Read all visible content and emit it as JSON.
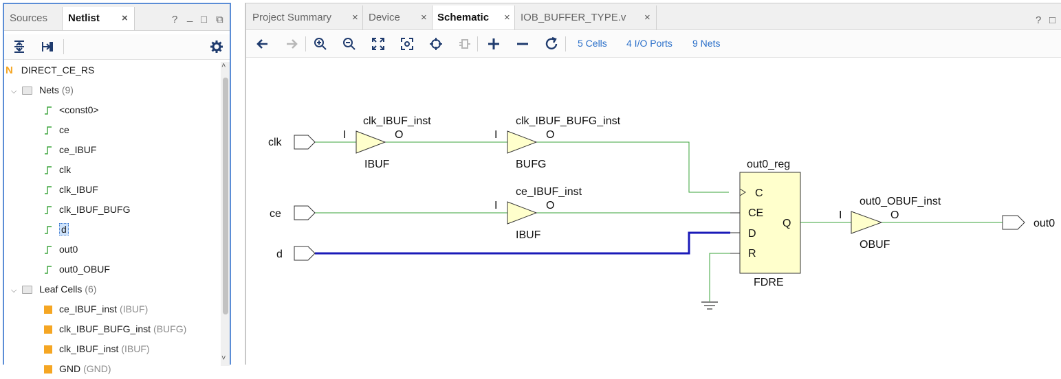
{
  "left_panel": {
    "tabs": [
      {
        "label": "Sources"
      },
      {
        "label": "Netlist"
      }
    ],
    "tab_close": "×",
    "window_controls": [
      "?",
      "_",
      "□",
      "⧉"
    ],
    "root": {
      "badge": "N",
      "label": "DIRECT_CE_RS"
    },
    "nets_group": {
      "label": "Nets",
      "count": "(9)"
    },
    "nets": [
      "<const0>",
      "ce",
      "ce_IBUF",
      "clk",
      "clk_IBUF",
      "clk_IBUF_BUFG",
      "d",
      "out0",
      "out0_OBUF"
    ],
    "leaf_group": {
      "label": "Leaf Cells",
      "count": "(6)"
    },
    "leaf_cells": [
      {
        "name": "ce_IBUF_inst",
        "type": "(IBUF)"
      },
      {
        "name": "clk_IBUF_BUFG_inst",
        "type": "(BUFG)"
      },
      {
        "name": "clk_IBUF_inst",
        "type": "(IBUF)"
      },
      {
        "name": "GND",
        "type": "(GND)"
      }
    ],
    "selected_net": "d",
    "accent": "#5b8dd6",
    "leaf_color": "#f5a623"
  },
  "right_panel": {
    "tabs": [
      {
        "label": "Project Summary"
      },
      {
        "label": "Device"
      },
      {
        "label": "Schematic"
      },
      {
        "label": "IOB_BUFFER_TYPE.v"
      }
    ],
    "tab_close": "×",
    "window_controls": [
      "?",
      "□"
    ],
    "stats": {
      "cells": "5 Cells",
      "ports": "4 I/O Ports",
      "nets": "9 Nets"
    },
    "link_color": "#2a6fc9"
  },
  "schematic": {
    "ports": {
      "clk": "clk",
      "ce": "ce",
      "d": "d",
      "out0": "out0"
    },
    "cells": {
      "clk_ibuf": {
        "inst": "clk_IBUF_inst",
        "type": "IBUF",
        "in": "I",
        "out": "O"
      },
      "clk_bufg": {
        "inst": "clk_IBUF_BUFG_inst",
        "type": "BUFG",
        "in": "I",
        "out": "O"
      },
      "ce_ibuf": {
        "inst": "ce_IBUF_inst",
        "type": "IBUF",
        "in": "I",
        "out": "O"
      },
      "out0_reg": {
        "inst": "out0_reg",
        "type": "FDRE",
        "pins": [
          "C",
          "CE",
          "D",
          "R"
        ],
        "out": "Q"
      },
      "out0_obuf": {
        "inst": "out0_OBUF_inst",
        "type": "OBUF",
        "in": "I",
        "out": "O"
      }
    },
    "colors": {
      "wire": "#3aa33a",
      "highlight": "#1a1ab8",
      "cell_fill": "#ffffcc",
      "cell_stroke": "#333333"
    }
  }
}
